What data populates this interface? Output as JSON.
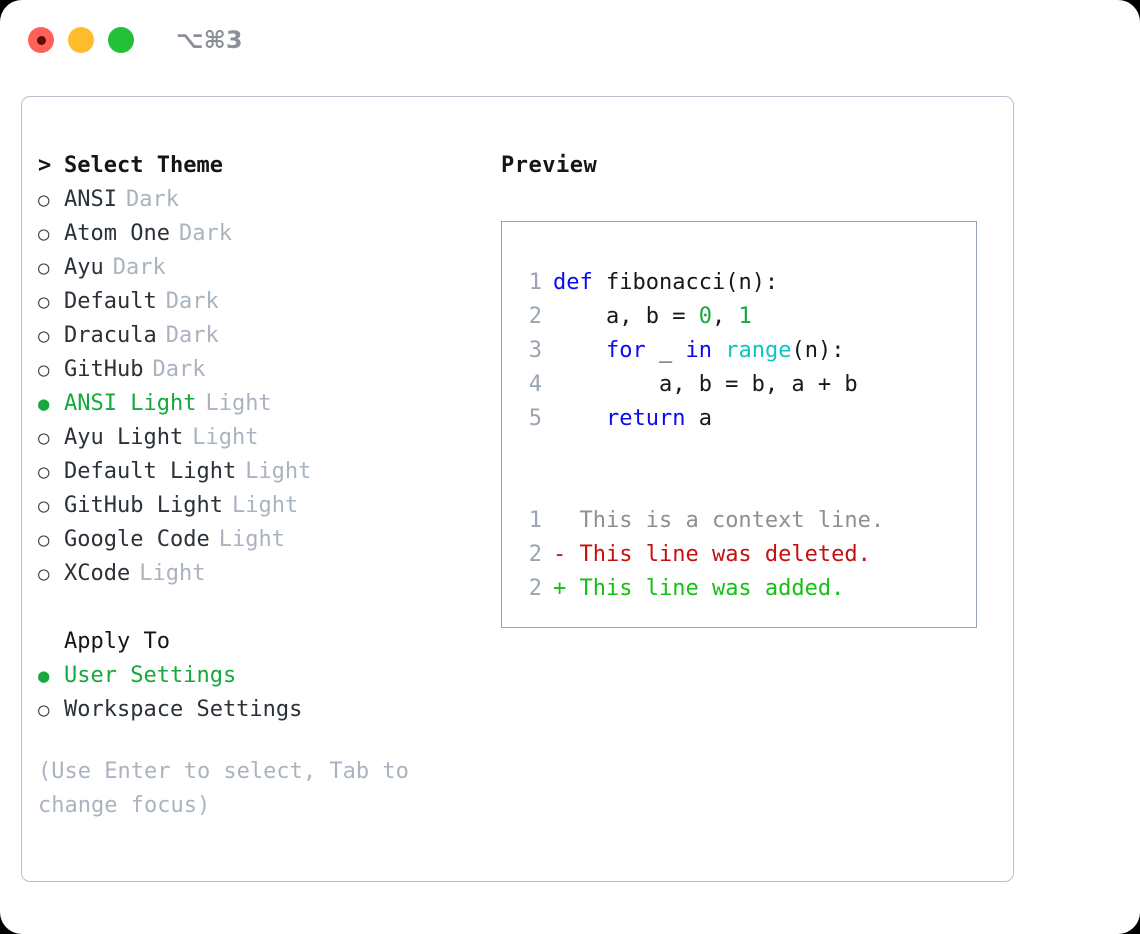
{
  "titlebar": {
    "shortcut": "⌥⌘3",
    "lights": [
      "close",
      "minimize",
      "maximize"
    ]
  },
  "theme_picker": {
    "header_marker": ">",
    "header": "Select Theme",
    "marker_unselected": "○",
    "marker_selected": "●",
    "accent_color": "#16a83c",
    "items": [
      {
        "name": "ANSI",
        "variant": "Dark",
        "selected": false
      },
      {
        "name": "Atom One",
        "variant": "Dark",
        "selected": false
      },
      {
        "name": "Ayu",
        "variant": "Dark",
        "selected": false
      },
      {
        "name": "Default",
        "variant": "Dark",
        "selected": false
      },
      {
        "name": "Dracula",
        "variant": "Dark",
        "selected": false
      },
      {
        "name": "GitHub",
        "variant": "Dark",
        "selected": false
      },
      {
        "name": "ANSI Light",
        "variant": "Light",
        "selected": true
      },
      {
        "name": "Ayu Light",
        "variant": "Light",
        "selected": false
      },
      {
        "name": "Default Light",
        "variant": "Light",
        "selected": false
      },
      {
        "name": "GitHub Light",
        "variant": "Light",
        "selected": false
      },
      {
        "name": "Google Code",
        "variant": "Light",
        "selected": false
      },
      {
        "name": "XCode",
        "variant": "Light",
        "selected": false
      }
    ]
  },
  "apply_to": {
    "header": "Apply To",
    "items": [
      {
        "name": "User Settings",
        "selected": true
      },
      {
        "name": "Workspace Settings",
        "selected": false
      }
    ]
  },
  "hint": "(Use Enter to select, Tab to change focus)",
  "preview": {
    "title": "Preview",
    "code_lines": [
      {
        "no": "1",
        "tokens": [
          {
            "t": "def",
            "c": "kw"
          },
          {
            "t": " fibonacci(n):",
            "c": "id"
          }
        ]
      },
      {
        "no": "2",
        "tokens": [
          {
            "t": "    a, b = ",
            "c": "id"
          },
          {
            "t": "0",
            "c": "num"
          },
          {
            "t": ", ",
            "c": "id"
          },
          {
            "t": "1",
            "c": "num"
          }
        ]
      },
      {
        "no": "3",
        "tokens": [
          {
            "t": "    ",
            "c": "id"
          },
          {
            "t": "for",
            "c": "kw"
          },
          {
            "t": " _ ",
            "c": "id"
          },
          {
            "t": "in",
            "c": "kw"
          },
          {
            "t": " ",
            "c": "id"
          },
          {
            "t": "range",
            "c": "fn"
          },
          {
            "t": "(n):",
            "c": "id"
          }
        ]
      },
      {
        "no": "4",
        "tokens": [
          {
            "t": "        a, b = b, a + b",
            "c": "id"
          }
        ]
      },
      {
        "no": "5",
        "tokens": [
          {
            "t": "    ",
            "c": "id"
          },
          {
            "t": "return",
            "c": "kw"
          },
          {
            "t": " a",
            "c": "id"
          }
        ]
      }
    ],
    "diff_lines": [
      {
        "no": "1",
        "sign": " ",
        "text": " This is a context line.",
        "kind": "ctx"
      },
      {
        "no": "2",
        "sign": "-",
        "text": " This line was deleted.",
        "kind": "del"
      },
      {
        "no": "2",
        "sign": "+",
        "text": " This line was added.",
        "kind": "add"
      }
    ]
  }
}
